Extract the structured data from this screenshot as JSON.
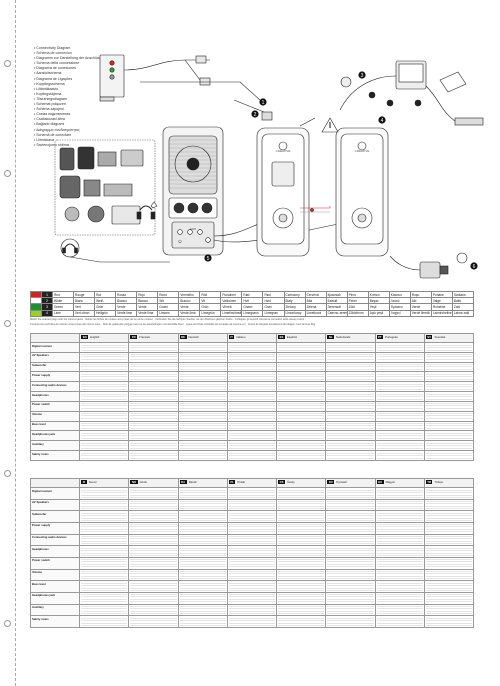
{
  "diagram_titles": [
    "Connectivity Diagram",
    "Schéma de connexion",
    "Diagramm zur Darstellung der Anschlüsse",
    "Schema della connessione",
    "Diagrama de conexiones",
    "Aansluitschema",
    "Diagrama de Ligações",
    "Kopplingsschema",
    "Liitäntäkaavio",
    "Koplingsskjema",
    "Tilslutningsdiagram",
    "Schemat połączeń",
    "Schéma zapojení",
    "Схема подключения",
    "Csatlakozási ábra",
    "Bağlantı diagramı",
    "Διάγραμμα συνδεσιμότητας",
    "Schemă de conectare",
    "Liitmiskava",
    "Savienojumu shēma"
  ],
  "labels": {
    "power_symbol": "⏻",
    "aux_symbol": "AUX",
    "num_1": "1",
    "num_2": "2",
    "num_3": "3",
    "num_4": "4",
    "num_5": "5",
    "num_6": "6",
    "brand": "CREATIVE"
  },
  "color_legend": [
    [
      "1",
      "Red",
      "Rouge",
      "Rot",
      "Rosso",
      "Rojo",
      "Rood",
      "Vermelho",
      "Röd",
      "Punainen",
      "Rød",
      "Rød",
      "Czerwony",
      "Červená",
      "Красный",
      "Piros",
      "Kırmızı",
      "Κόκκινο",
      "Roşu",
      "Punane",
      "Sarkans"
    ],
    [
      "2",
      "White",
      "Blanc",
      "Weiß",
      "Bianco",
      "Blanco",
      "Wit",
      "Branco",
      "Vit",
      "Valkoinen",
      "Hvit",
      "Hvid",
      "Biały",
      "Bílá",
      "Белый",
      "Fehér",
      "Beyaz",
      "Λευκό",
      "Alb",
      "Valge",
      "Balts"
    ],
    [
      "3",
      "Green",
      "Vert",
      "Grün",
      "Verde",
      "Verde",
      "Groen",
      "Verde",
      "Grön",
      "Vihreä",
      "Grønn",
      "Grøn",
      "Zielony",
      "Zelená",
      "Зеленый",
      "Zöld",
      "Yeşil",
      "Πράσινο",
      "Verde",
      "Roheline",
      "Zaļš"
    ],
    [
      "4",
      "Lime",
      "Vert citron",
      "Hellgrün",
      "Verde lime",
      "Verde lima",
      "Limoen",
      "Verde-lima",
      "Limegrön",
      "Limetinvihreä",
      "Limegrønn",
      "Limegrøn",
      "Limonkowy",
      "Limetková",
      "Светло-зеленый",
      "Zöldcitrom",
      "Açık yeşil",
      "Λαχανί",
      "Verde limetă",
      "Laimiroheline",
      "Laima zaļš"
    ]
  ],
  "warn_lines": [
    "Match the colored plugs with the colored jacks · Reliez les fiches de couleur aux prises de la même couleur · Verbinden Sie die farbigen Stecker mit den Buchsen gleicher Farbe · Collegare gli spinotti colorati ai connettori dello stesso colore",
    "Conecte los enchufes de colores a las tomas del mismo color · Sluit de gekleurde pluggen aan op de aansluitingen met dezelfde kleur · Ligue as fichas coloridas às tomadas da mesma cor · Anslut de färgade kontakterna till uttagen med samma färg"
  ],
  "lang_block_1": {
    "codes": [
      [
        "EN",
        "English"
      ],
      [
        "FR",
        "Français"
      ],
      [
        "DE",
        "Deutsch"
      ],
      [
        "IT",
        "Italiano"
      ],
      [
        "ES",
        "Español"
      ],
      [
        "NL",
        "Nederlands"
      ],
      [
        "PT",
        "Português"
      ],
      [
        "SV",
        "Svenska"
      ]
    ],
    "rows": [
      "Digital receiver",
      "AV Speakers",
      "Subwoofer",
      "Power supply",
      "Connecting audio devices",
      "Headphones",
      "Power switch",
      "Volume",
      "Bass level",
      "Headphones jack",
      "Auxiliary",
      "Safety notes"
    ]
  },
  "lang_block_2": {
    "codes": [
      [
        "FI",
        "Suomi"
      ],
      [
        "NO",
        "Norsk"
      ],
      [
        "DA",
        "Dansk"
      ],
      [
        "PL",
        "Polski"
      ],
      [
        "CS",
        "Česky"
      ],
      [
        "RU",
        "Русский"
      ],
      [
        "HU",
        "Magyar"
      ],
      [
        "TR",
        "Türkçe"
      ]
    ],
    "rows": [
      "Digital receiver",
      "AV Speakers",
      "Subwoofer",
      "Power supply",
      "Connecting audio devices",
      "Headphones",
      "Power switch",
      "Volume",
      "Bass level",
      "Headphones jack",
      "Auxiliary",
      "Safety notes"
    ]
  },
  "colors": {
    "line": "#222222",
    "speaker_fill": "#f4f4f4",
    "dark_fill": "#2a2a2a",
    "warn": "#f5d400"
  }
}
